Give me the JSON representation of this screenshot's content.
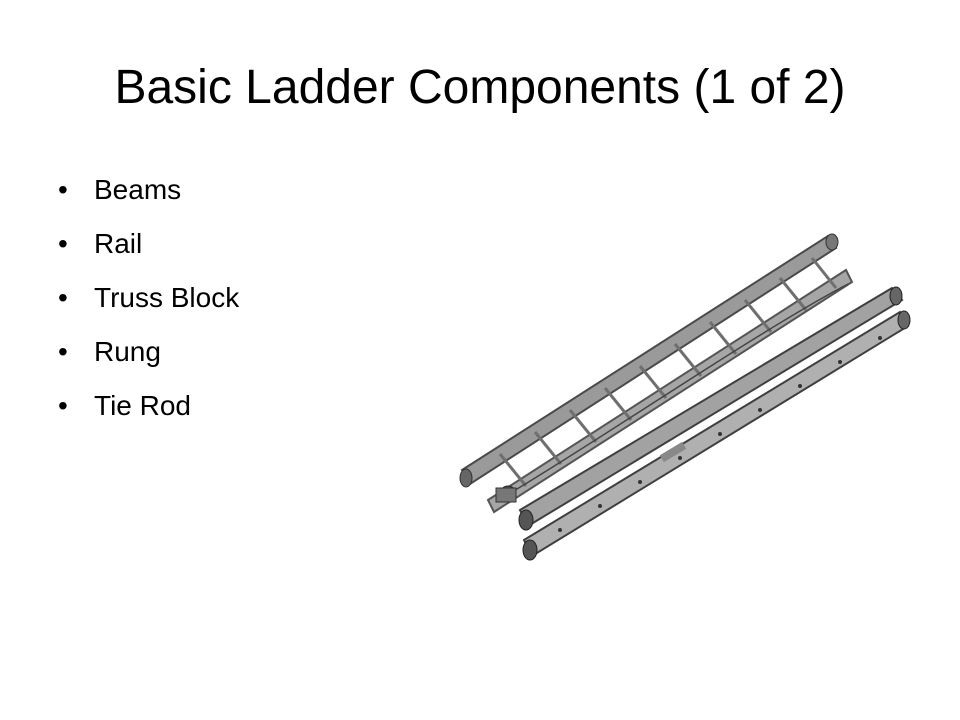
{
  "slide": {
    "title": "Basic Ladder Components (1 of 2)",
    "bullet_glyph": "•",
    "bullets": [
      "Beams",
      "Rail",
      "Truss Block",
      "Rung",
      "Tie Rod"
    ]
  },
  "image": {
    "icon": "extension-ladder-illustration",
    "colors": {
      "rail": "#8a8a8a",
      "rail_dark": "#4a4a4a",
      "rung": "#6f6f6f"
    }
  }
}
